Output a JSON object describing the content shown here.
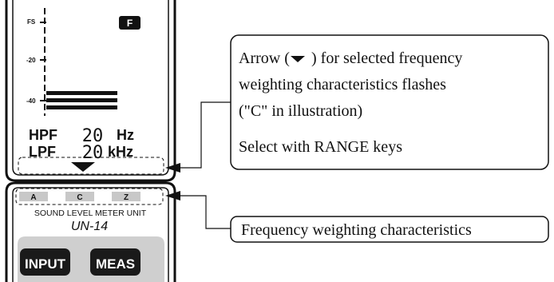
{
  "display": {
    "scale_labels": {
      "fs": "FS",
      "minus20": "-20",
      "minus40": "-40"
    },
    "mode_badge": "F",
    "hpf": {
      "label": "HPF",
      "value": "20",
      "unit": "Hz"
    },
    "lpf": {
      "label": "LPF",
      "value": "20",
      "unit": "kHz"
    }
  },
  "unit_panel": {
    "weightings": [
      "A",
      "C",
      "Z"
    ],
    "caption": "SOUND LEVEL METER UNIT",
    "model": "UN-14",
    "buttons": {
      "input": "INPUT",
      "meas": "MEAS"
    }
  },
  "callouts": {
    "arrow_note": {
      "text_before": "Arrow (",
      "text_after_line1": ") for selected frequency",
      "line2": "weighting characteristics flashes",
      "line3": "(\"C\" in illustration)",
      "line4": "Select with RANGE keys"
    },
    "weighting_note": {
      "text": "Frequency weighting characteristics"
    }
  },
  "colors": {
    "ink": "#111111",
    "panel_gray": "#cfcfcf",
    "key_gray": "#c8c8c8",
    "dark_button": "#1a1a1a"
  }
}
